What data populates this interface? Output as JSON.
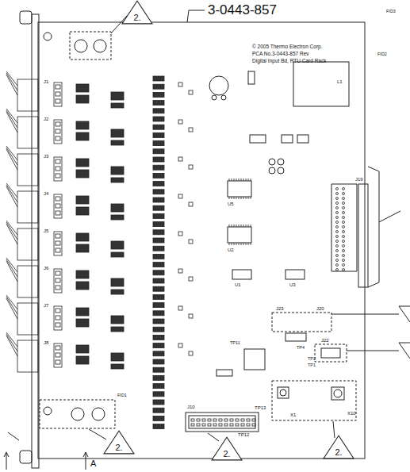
{
  "diagram": {
    "nodes": [
      {
        "text": [
          "2."
        ]
      },
      {
        "text": [
          "2."
        ]
      },
      {
        "text": [
          "2."
        ]
      },
      {
        "text": [
          "2."
        ]
      }
    ],
    "labels": [
      "3-0443-857",
      "© 2005 Thermo Electron Corp.",
      "PCA No.3-0443-857 Rev",
      "Digital Input Bd, RTU Card Rack",
      "J1",
      "J2",
      "J3",
      "J4",
      "J5",
      "J6",
      "J7",
      "J8",
      "J19",
      "J10",
      "J20",
      "J23",
      "J22",
      "TP13",
      "TP12",
      "TP1",
      "TP2",
      "TP4",
      "TP11",
      "L1",
      "U5",
      "U2",
      "U1",
      "U3",
      "X1",
      "X10",
      "FID1",
      "FID2",
      "FID3",
      "A"
    ]
  }
}
